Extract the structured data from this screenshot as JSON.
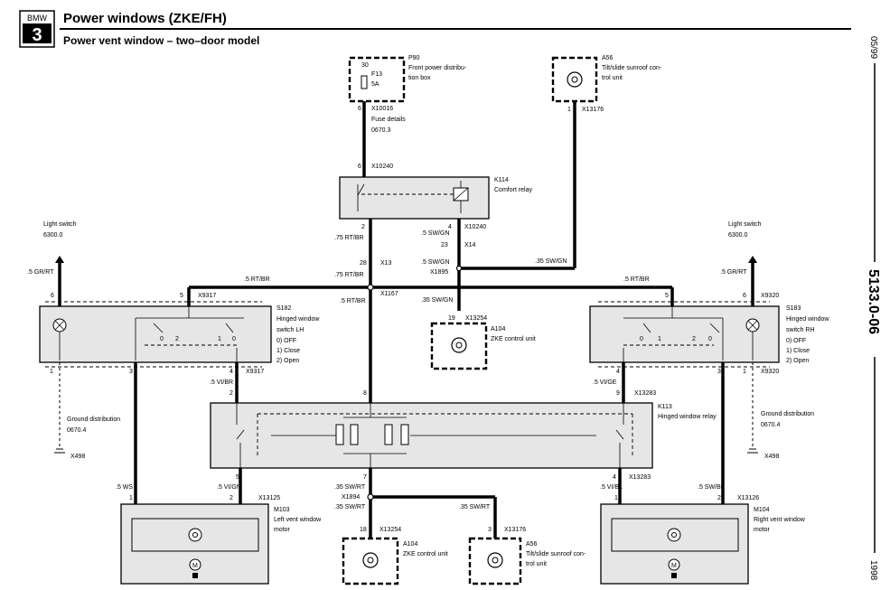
{
  "header": {
    "logo_top": "BMW",
    "logo_num": "3",
    "title": "Power windows (ZKE/FH)",
    "subtitle": "Power vent window – two–door model"
  },
  "side": {
    "date": "05/99",
    "page": "5133.0-06",
    "year": "1998"
  },
  "components": {
    "p90": {
      "id": "P90",
      "l1": "Front power distribu-",
      "l2": "tion box",
      "fuse": "F13",
      "amps": "5A",
      "pin": "30"
    },
    "a56_top": {
      "id": "A56",
      "l1": "Tilt/slide sunroof con-",
      "l2": "trol unit"
    },
    "k114": {
      "id": "K114",
      "l1": "Comfort relay"
    },
    "a104_mid": {
      "id": "A104",
      "l1": "ZKE control unit"
    },
    "s182": {
      "id": "S182",
      "l1": "Hinged window",
      "l2": "switch LH",
      "o0": "0)   OFF",
      "o1": "1)   Close",
      "o2": "2)   Open"
    },
    "s183": {
      "id": "S183",
      "l1": "Hinged window",
      "l2": "switch RH",
      "o0": "0)   OFF",
      "o1": "1)   Close",
      "o2": "2)   Open"
    },
    "k113": {
      "id": "K113",
      "l1": "Hinged window relay"
    },
    "m103": {
      "id": "M103",
      "l1": "Left vent window",
      "l2": "motor"
    },
    "m104": {
      "id": "M104",
      "l1": "Right vent window",
      "l2": "motor"
    },
    "a104_bot": {
      "id": "A104",
      "l1": "ZKE control unit"
    },
    "a56_bot": {
      "id": "A56",
      "l1": "Tilt/slide sunroof con-",
      "l2": "trol unit"
    }
  },
  "refs": {
    "fuse_details": "Fuse details",
    "fuse_ref": "0670.3",
    "light_switch": "Light switch",
    "light_ref": "6300.0",
    "ground_dist": "Ground distribution",
    "ground_ref": "0670.4",
    "x498": "X498"
  },
  "wires": {
    "rtbr_075": ".75 RT/BR",
    "rtbr_5": ".5 RT/BR",
    "swgn_5": ".5 SW/GN",
    "swgn_35": ".35 SW/GN",
    "grrt_5": ".5 GR/RT",
    "vibr_5": ".5 VI/BR",
    "vige_5": ".5 VI/GE",
    "ws_5": ".5 WS",
    "vign_5": ".5 VI/GN",
    "swrt_35": ".35 SW/RT",
    "vibl_5": ".5 VI/BL",
    "swbl_5": ".5 SW/BL"
  },
  "connectors": {
    "x10016": "X10016",
    "x10240": "X10240",
    "x13176": "X13176",
    "x14": "X14",
    "x13": "X13",
    "x1895": "X1895",
    "x1167": "X1167",
    "x13254": "X13254",
    "x9317": "X9317",
    "x9320": "X9320",
    "x13283": "X13283",
    "x13125": "X13125",
    "x13126": "X13126",
    "x1894": "X1894"
  },
  "pins": {
    "p6": "6",
    "p2": "2",
    "p4": "4",
    "p23": "23",
    "p28": "28",
    "p19": "19",
    "p5": "5",
    "p1": "1",
    "p3": "3",
    "p8": "8",
    "p9": "9",
    "p7": "7",
    "p18": "18",
    "p0": "0"
  }
}
